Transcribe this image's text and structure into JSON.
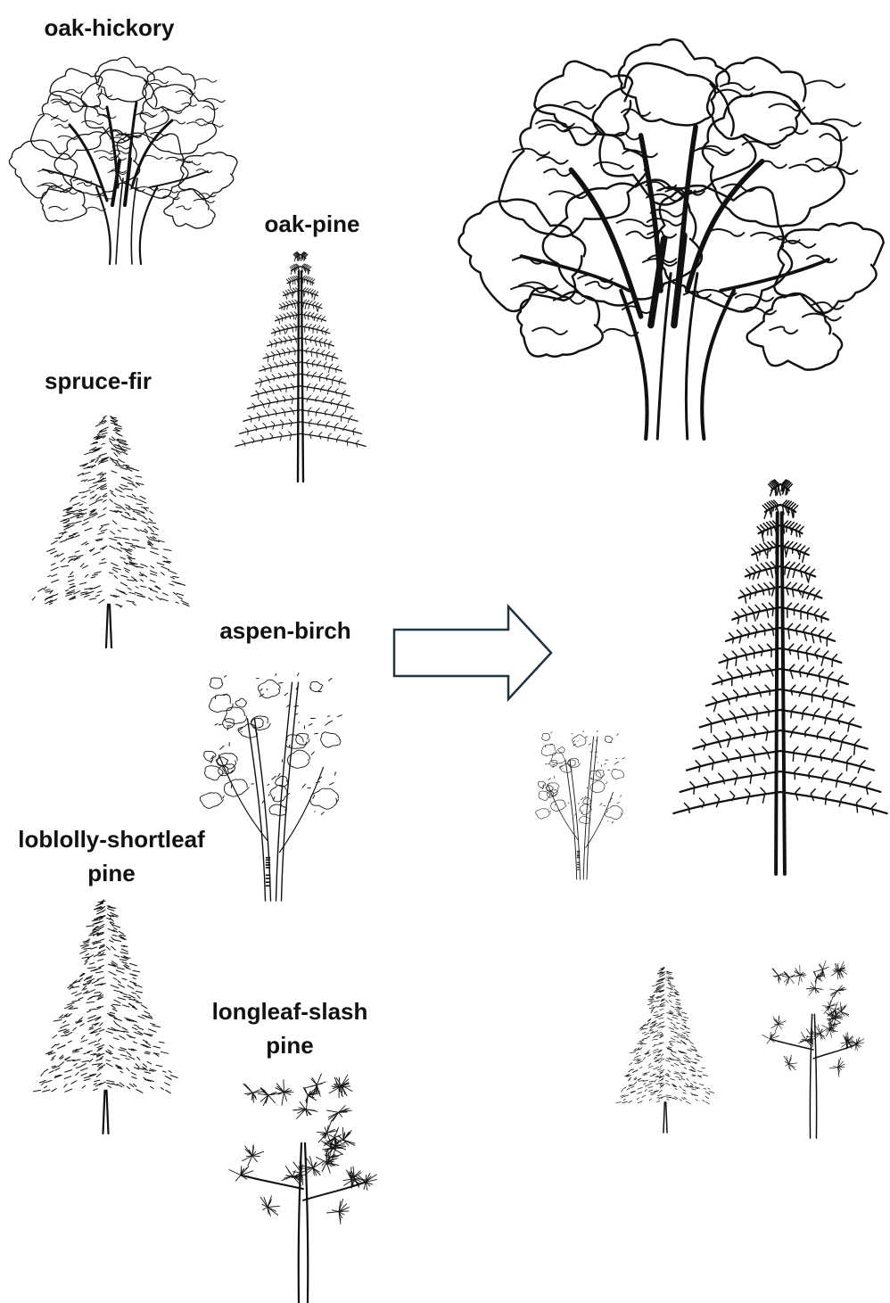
{
  "labels": {
    "oak_hickory": "oak-hickory",
    "oak_pine": "oak-pine",
    "spruce_fir": "spruce-fir",
    "aspen_birch": "aspen-birch",
    "loblolly_line1": "loblolly-shortleaf",
    "loblolly_line2": "pine",
    "longleaf_line1": "longleaf-slash",
    "longleaf_line2": "pine"
  },
  "arrow": {
    "stroke_color": "#1d3340",
    "fill_color": "#ffffff"
  },
  "ink_color": "#111111",
  "icons": {
    "oak": "deciduous-tree-icon",
    "conifer": "conifer-tree-icon",
    "aspen": "sparse-deciduous-tree-icon",
    "longleaf": "long-needle-pine-icon"
  }
}
